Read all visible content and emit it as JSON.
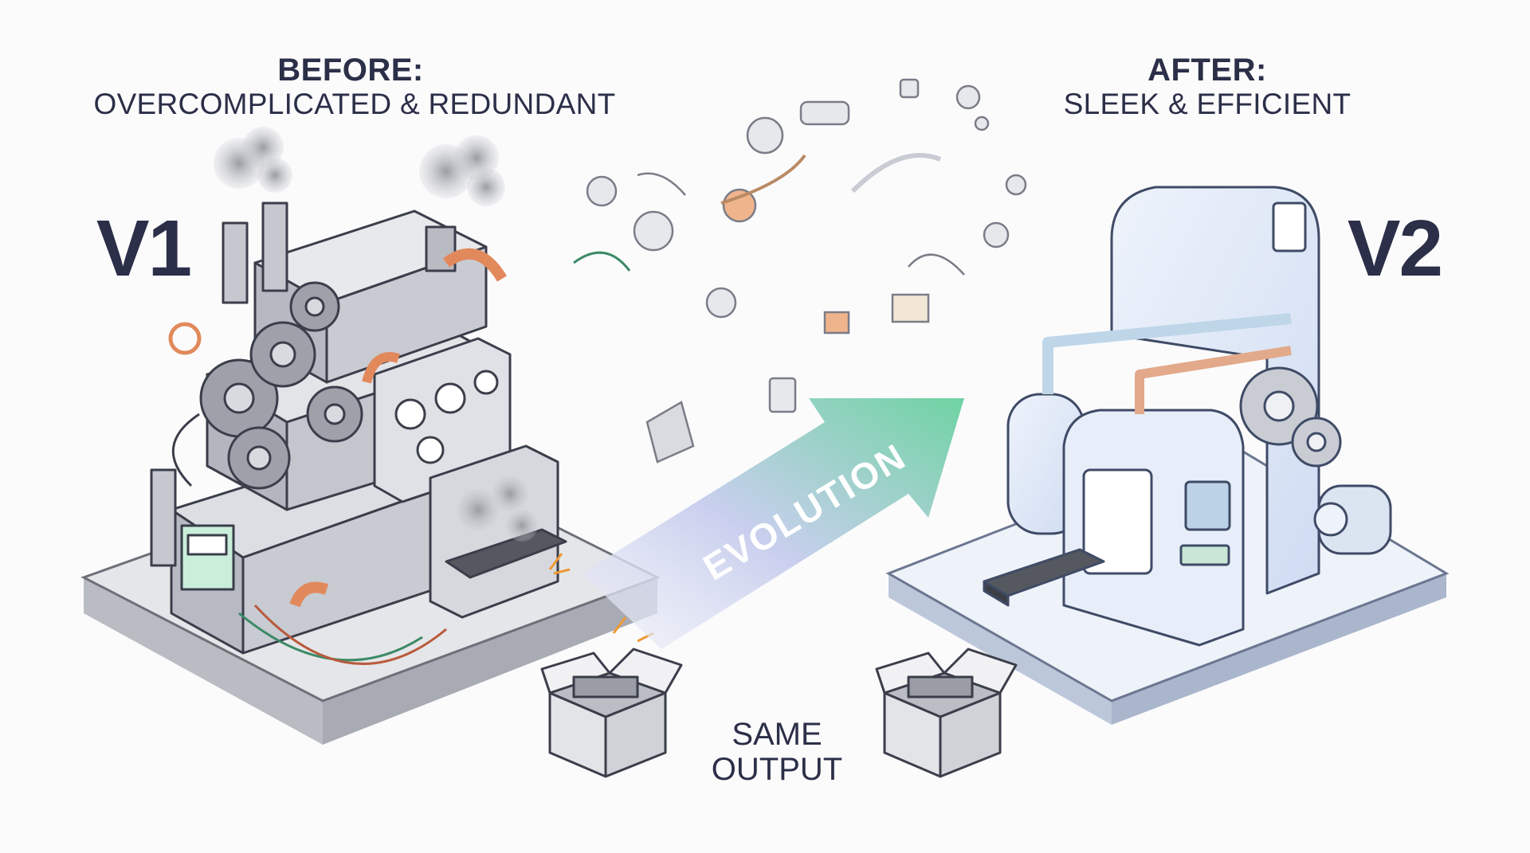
{
  "before": {
    "heading": "BEFORE:",
    "subtitle": "OVERCOMPLICATED & REDUNDANT",
    "version": "V1"
  },
  "after": {
    "heading": "AFTER:",
    "subtitle": "SLEEK & EFFICIENT",
    "version": "V2"
  },
  "arrow": {
    "label": "EVOLUTION"
  },
  "output": {
    "line1": "SAME",
    "line2": "OUTPUT"
  },
  "colors": {
    "text": "#2c2f48",
    "metal": "#c9ccd3",
    "copper": "#e2895c",
    "arrow_start": "#e6e8f2",
    "arrow_end": "#6fd3a3",
    "v2_body": "#dfe9f7",
    "cardboard": "#f1f1f3"
  }
}
